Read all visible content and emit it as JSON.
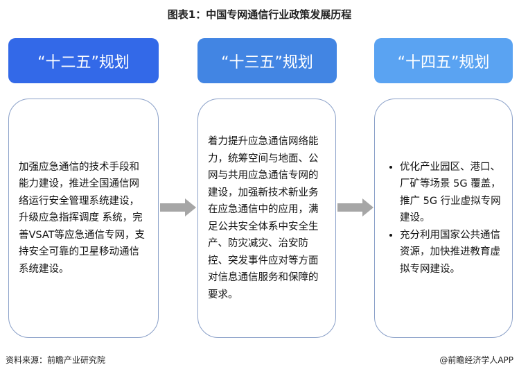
{
  "title": "图表1：中国专网通信行业政策发展历程",
  "stages": [
    {
      "label": "“十二五”规划",
      "color": "#3369e8",
      "text": "加强应急通信的技术手段和能力建设，推进全国通信网络运行安全管理系统建设，升级应急指挥调度 系统，完善VSAT等应急通信专网，支持安全可靠的卫星移动通信系统建设。"
    },
    {
      "label": "“十三五”规划",
      "color": "#4285e3",
      "text": "着力提升应急通信网络能力，统筹空间与地面、公网与共用应急通信专网的建设，加强新技术新业务在应急通信中的应用，满足公共安全体系中安全生产、防灾减灾、治安防控、突发事件应对等方面对信息通信服务和保障的要求。"
    },
    {
      "label": "“十四五”规划",
      "color": "#5aa3f2",
      "bullets": [
        "优化产业园区、港口、厂矿等场景 5G 覆盖，推广 5G 行业虚拟专网建设。",
        "充分利用国家公共通信资源，加快推进教育虚拟专网建设。"
      ]
    }
  ],
  "footer": {
    "source": "资料来源：前瞻产业研究院",
    "brand": "@前瞻经济学人APP"
  }
}
